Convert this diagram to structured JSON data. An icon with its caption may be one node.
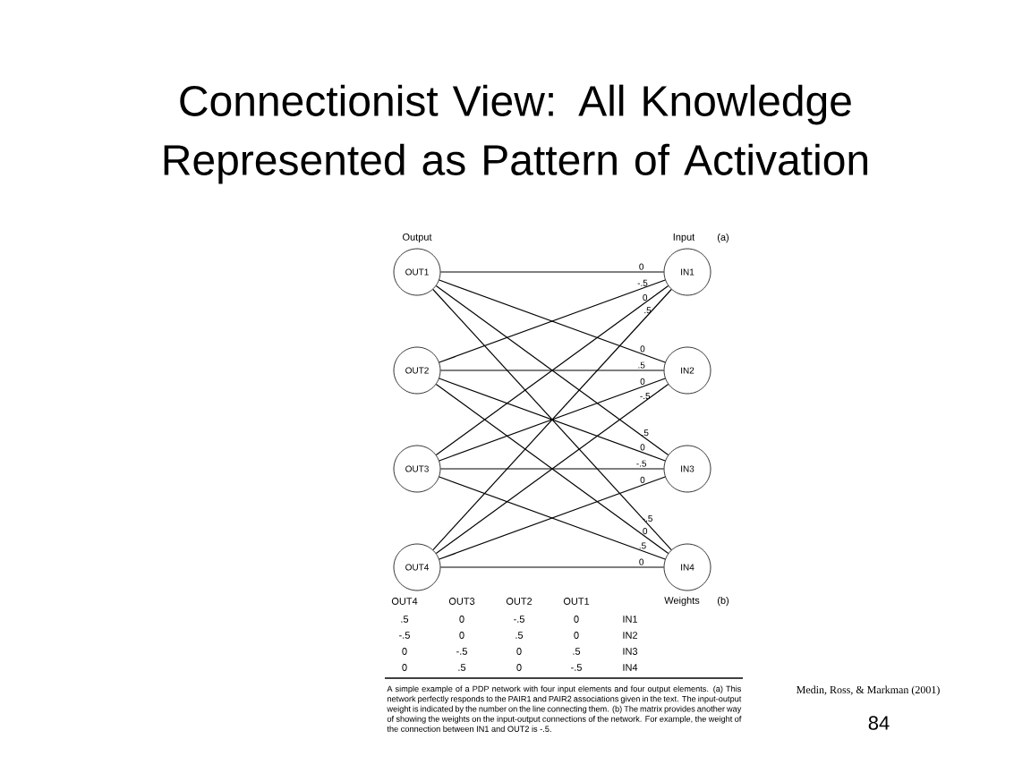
{
  "diagram": {
    "title": "Connectionist View: All Knowledge Represented as Pattern of Activation",
    "caption": "A simple example of a PDP network with four input elements and four output elements. (a) This network perfectly responds to the PAIR1 and PAIR2 associations given in the text. The input-output weight is indicated by the number on the line connecting them. (b) The matrix provides another way of showing the weights on the input-output connections of the network. For example, the weight of the connection between IN1 and OUT2 is -.5.",
    "nodes": [
      {
        "text": [
          "OUT1"
        ]
      },
      {
        "text": [
          "OUT2"
        ]
      },
      {
        "text": [
          "OUT3"
        ]
      },
      {
        "text": [
          "OUT4"
        ]
      },
      {
        "text": [
          "IN1"
        ]
      },
      {
        "text": [
          "IN2"
        ]
      },
      {
        "text": [
          "IN3"
        ]
      },
      {
        "text": [
          "IN4"
        ]
      }
    ],
    "edges": [
      {
        "from": 4,
        "to": 0,
        "arrow": "none",
        "label": "0"
      },
      {
        "from": 4,
        "to": 1,
        "arrow": "none",
        "label": "-.5"
      },
      {
        "from": 4,
        "to": 2,
        "arrow": "none",
        "label": "0"
      },
      {
        "from": 4,
        "to": 3,
        "arrow": "none",
        "label": ".5"
      },
      {
        "from": 5,
        "to": 0,
        "arrow": "none",
        "label": "0"
      },
      {
        "from": 5,
        "to": 1,
        "arrow": "none",
        "label": ".5"
      },
      {
        "from": 5,
        "to": 2,
        "arrow": "none",
        "label": "0"
      },
      {
        "from": 5,
        "to": 3,
        "arrow": "none",
        "label": "-.5"
      },
      {
        "from": 6,
        "to": 0,
        "arrow": "none",
        "label": ".5"
      },
      {
        "from": 6,
        "to": 1,
        "arrow": "none",
        "label": "0"
      },
      {
        "from": 6,
        "to": 2,
        "arrow": "none",
        "label": "-.5"
      },
      {
        "from": 6,
        "to": 3,
        "arrow": "none",
        "label": "0"
      },
      {
        "from": 7,
        "to": 0,
        "arrow": "none",
        "label": "-.5"
      },
      {
        "from": 7,
        "to": 1,
        "arrow": "none",
        "label": "0"
      },
      {
        "from": 7,
        "to": 2,
        "arrow": "none",
        "label": ".5"
      },
      {
        "from": 7,
        "to": 3,
        "arrow": "none",
        "label": "0"
      }
    ],
    "labels": [
      "Output",
      "Input",
      "(a)",
      "(b)",
      "Weights",
      "OUT1",
      "OUT2",
      "OUT3",
      "OUT4",
      "IN1",
      "0",
      "-.5",
      "0",
      ".5",
      "IN2",
      "0",
      ".5",
      "0",
      "-.5",
      "IN3",
      ".5",
      "0",
      "-.5",
      "0",
      "IN4",
      "-.5",
      "0",
      ".5",
      "0",
      "Medin, Ross, & Markman (2001)",
      "84"
    ]
  }
}
